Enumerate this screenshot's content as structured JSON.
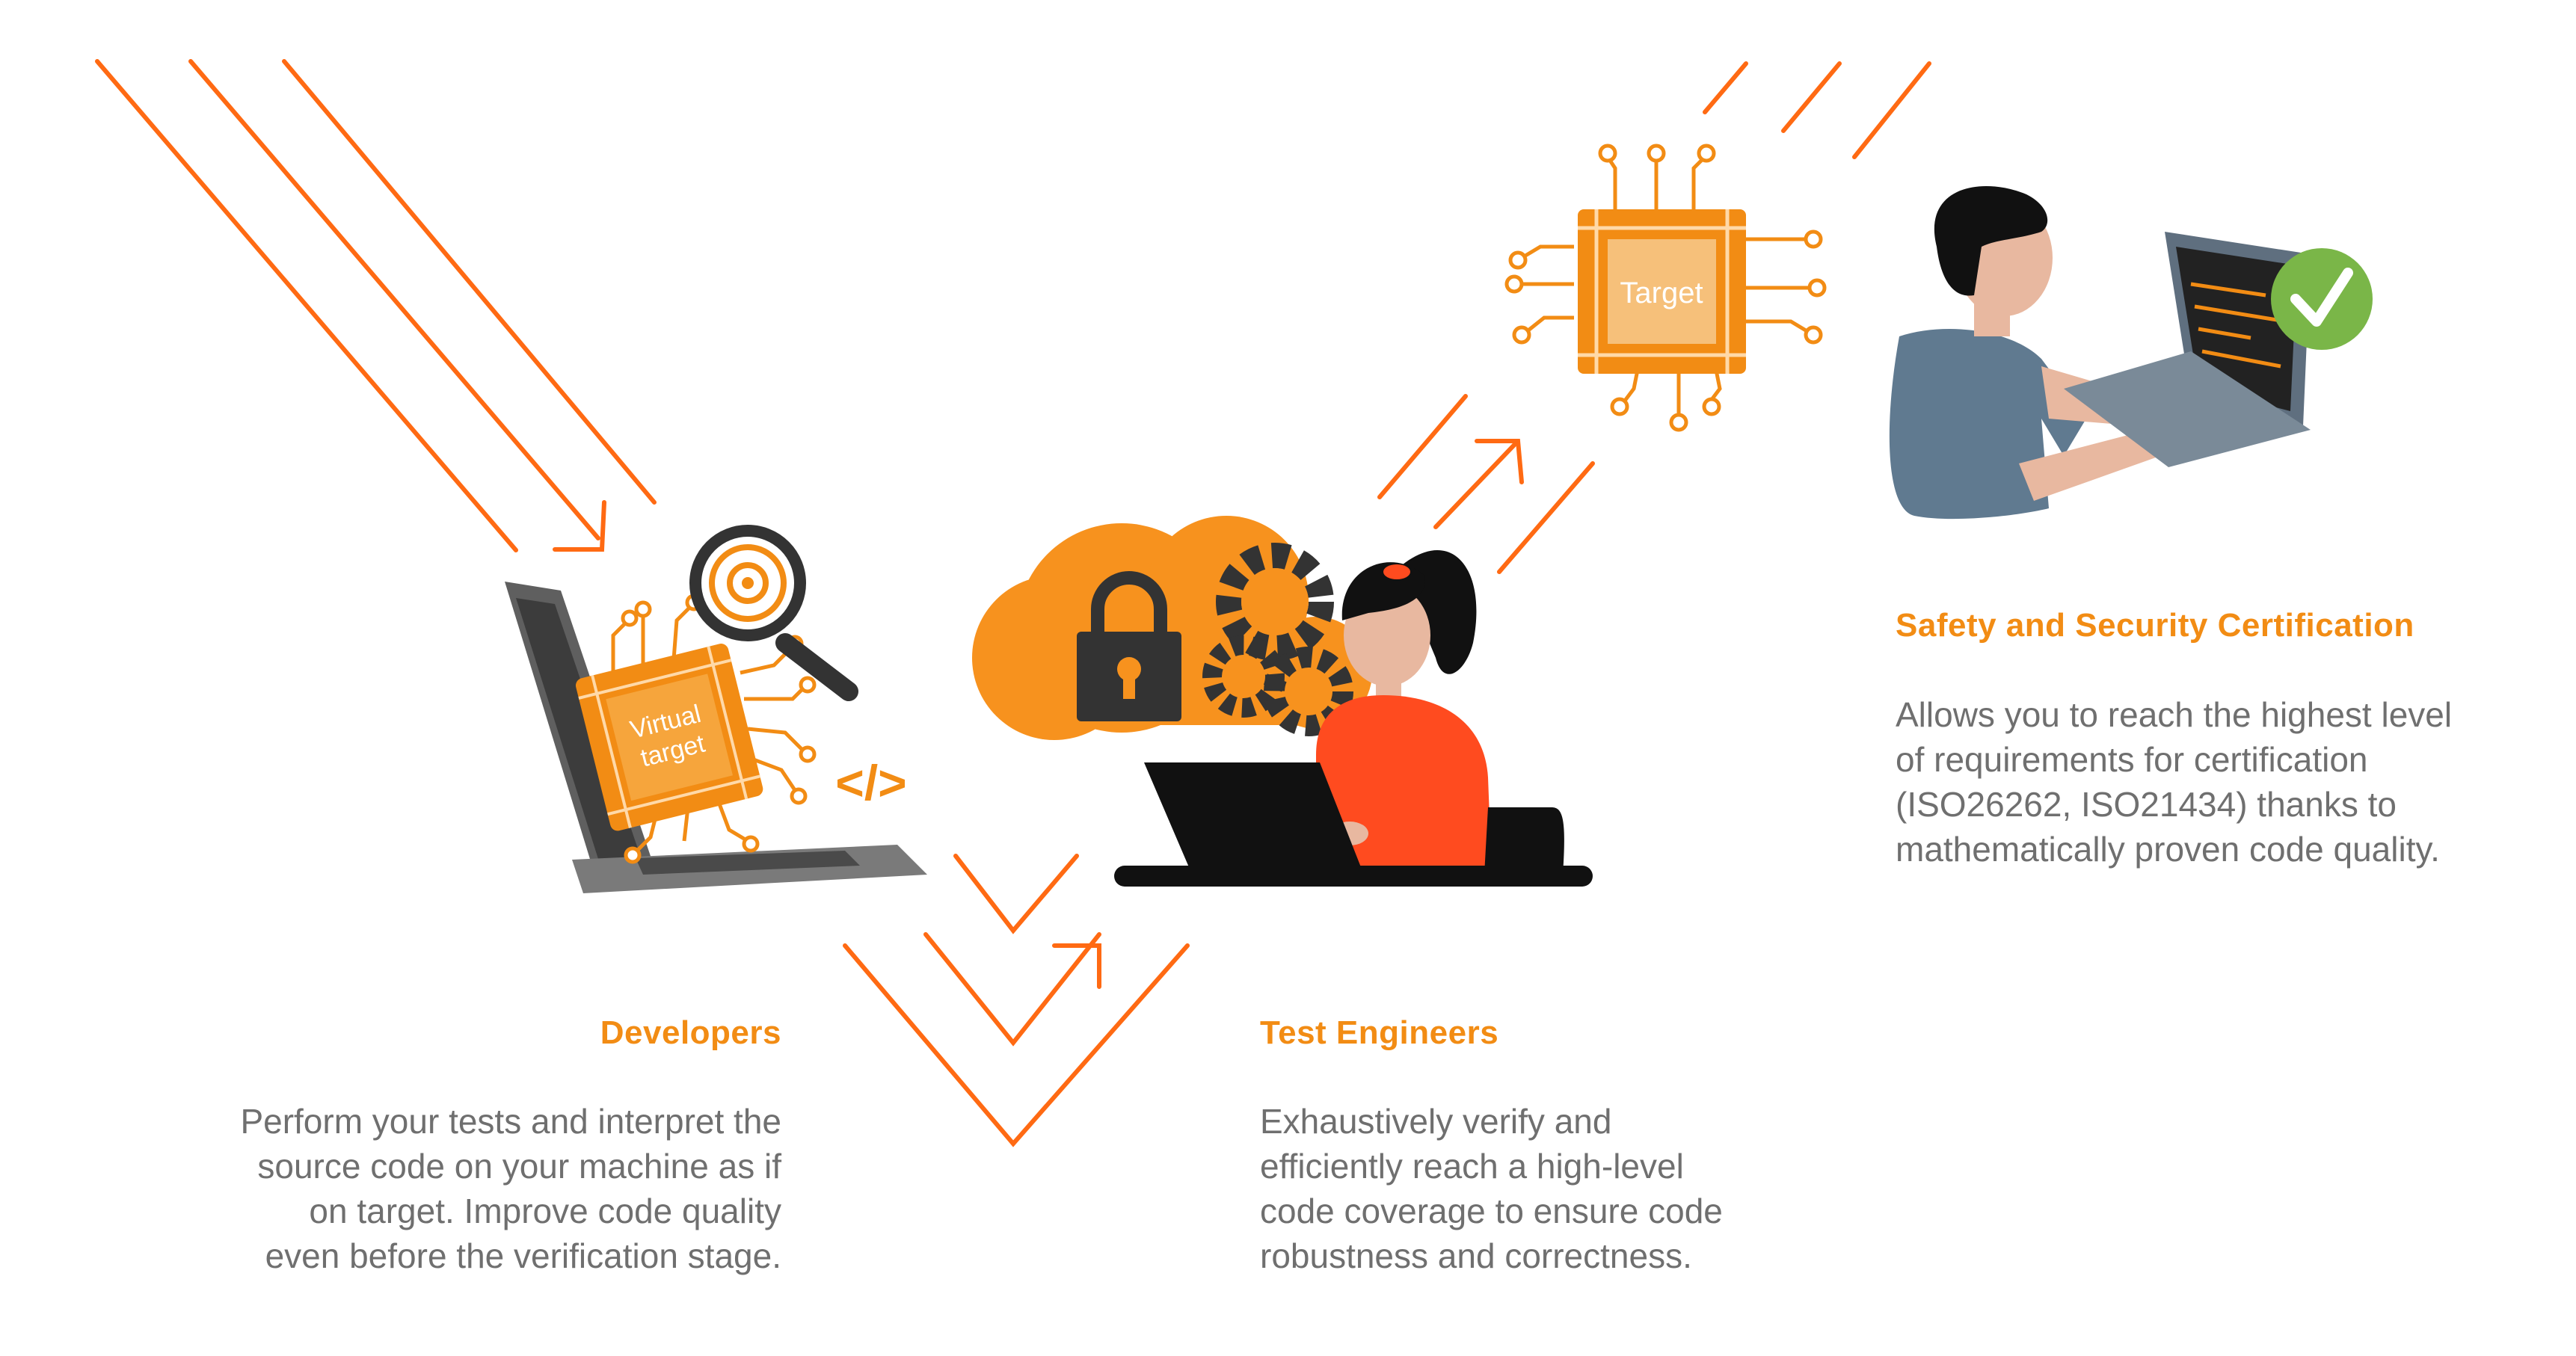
{
  "colors": {
    "accent": "#f28c14",
    "line_orange": "#ff6a13",
    "text_gray": "#6f6f6f",
    "check_green": "#7ab648"
  },
  "icons": {
    "developers": "laptop-with-virtual-target-chip-and-magnifier-icon",
    "test_engineers": "woman-with-laptop-cloud-lock-gears-icon",
    "target_chip": "target-chip-icon",
    "certification": "man-with-laptop-checkmark-icon"
  },
  "chips": {
    "virtual_target_line1": "Virtual",
    "virtual_target_line2": "target",
    "target": "Target"
  },
  "code_glyph": "</>",
  "developers": {
    "title": "Developers",
    "lines": [
      "Perform your tests and interpret the",
      "source code on your machine as if",
      "on target. Improve code quality",
      "even before the verification stage."
    ]
  },
  "test_engineers": {
    "title": "Test Engineers",
    "lines": [
      "Exhaustively verify and",
      "efficiently reach a high-level",
      "code coverage to ensure code",
      "robustness and correctness."
    ]
  },
  "certification": {
    "title": "Safety and Security Certification",
    "lines": [
      "Allows you to reach the highest level",
      "of requirements for certification",
      "(ISO26262, ISO21434) thanks to",
      "mathematically proven code quality."
    ]
  }
}
